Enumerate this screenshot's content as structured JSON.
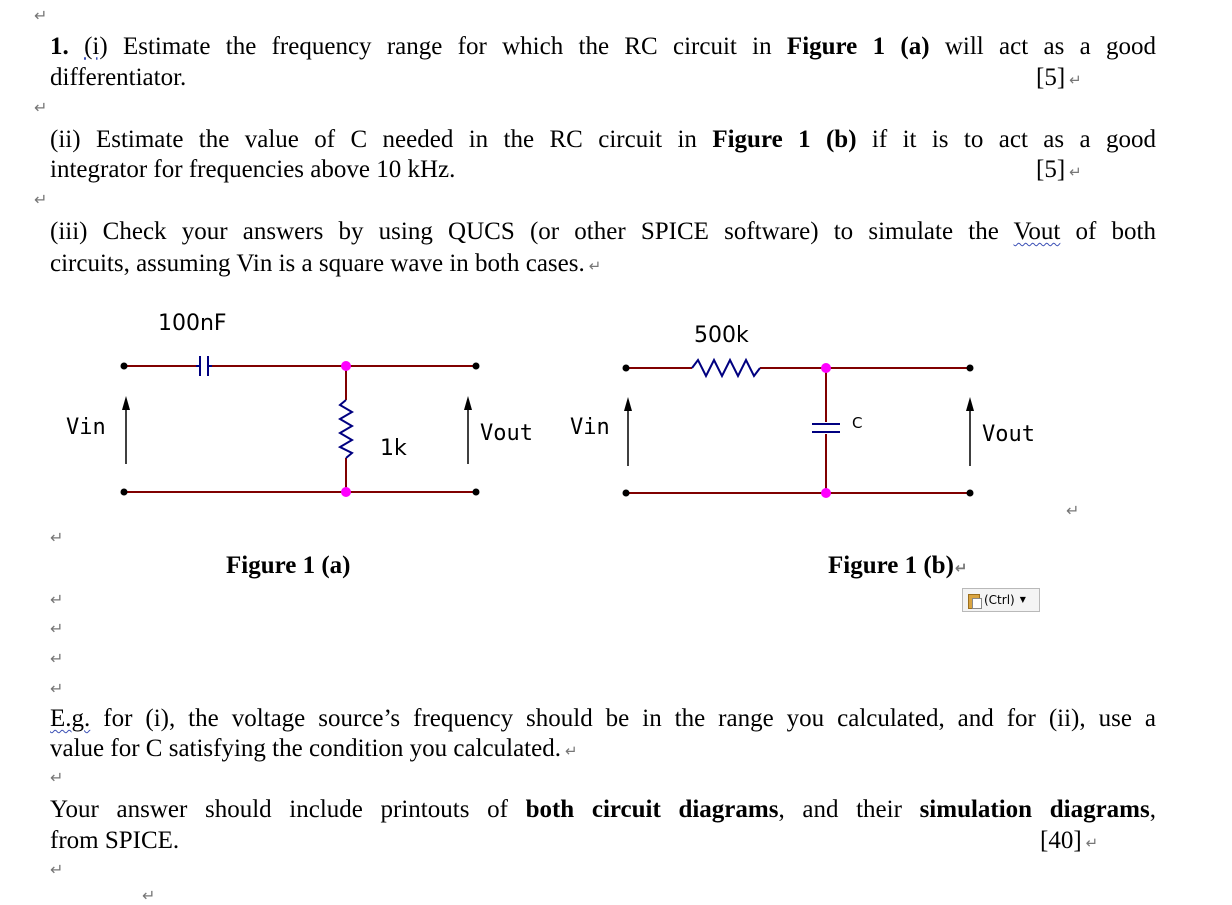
{
  "q1": {
    "number": "1.",
    "part": "(i)",
    "line1_text": " Estimate the frequency range for which the RC circuit in ",
    "figure_ref": "Figure 1 (a)",
    "line1_end": " will act as a good",
    "line2": "differentiator.",
    "marks": "[5]"
  },
  "q2": {
    "part": "(ii)",
    "line1_text": " Estimate the value of C needed in the RC circuit in ",
    "figure_ref": "Figure 1 (b)",
    "line1_end": " if it is to act as a good",
    "line2": "integrator for frequencies above 10 kHz.",
    "marks": "[5]"
  },
  "q3": {
    "line1_text": "(iii) Check your answers by using QUCS (or other SPICE software) to simulate the ",
    "vout_word": "Vout",
    "line1_end": " of both",
    "line2": "circuits, assuming Vin is a square wave in both cases."
  },
  "figure_a": {
    "capacitor_label": "100nF",
    "resistor_label": "1k",
    "vin_label": "Vin",
    "vout_label": "Vout",
    "caption": "Figure 1  (a)"
  },
  "figure_b": {
    "resistor_label": "500k",
    "capacitor_label": "C",
    "vin_label": "Vin",
    "vout_label": "Vout",
    "caption": "Figure 1 (b)"
  },
  "paste_options": {
    "label": "(Ctrl)",
    "icon": "clipboard-icon"
  },
  "example": {
    "eg": "E.g.",
    "line1_rest": " for (i), the voltage source’s frequency should be in the range you calculated, and for (ii), use a",
    "line2": "value for C satisfying the condition you calculated."
  },
  "final": {
    "line1_start": "Your answer should include printouts of ",
    "bold1": "both circuit diagrams",
    "line1_mid": ", and their ",
    "bold2": "simulation diagrams",
    "line1_end": ",",
    "line2": "from SPICE.",
    "marks": "[40]"
  },
  "glyphs": {
    "paragraph_mark": "↵",
    "dropdown_arrow": "▼"
  },
  "colors": {
    "wire": "#800000",
    "node": "#ff00ff",
    "component": "#000080",
    "squiggle": "#3a4fb5"
  }
}
